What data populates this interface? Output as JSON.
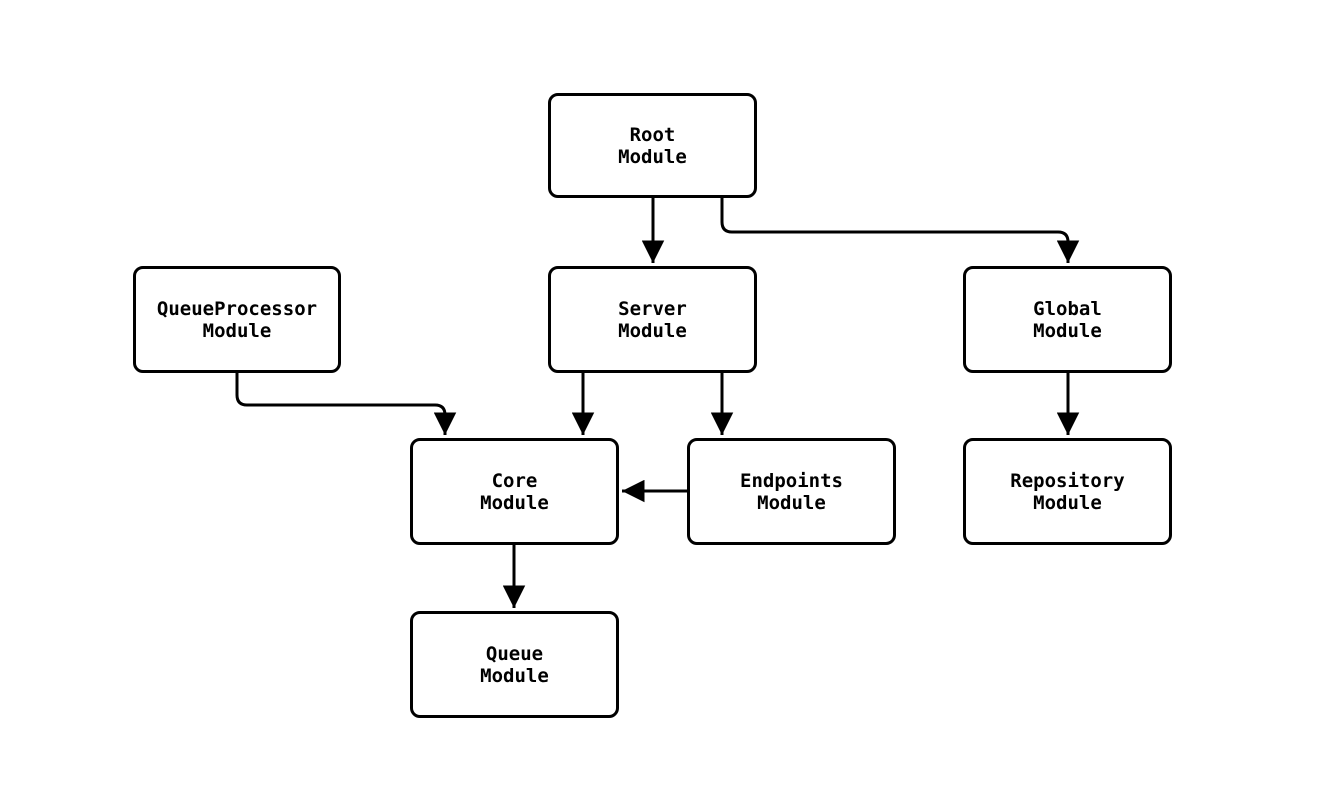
{
  "diagram": {
    "type": "module-dependency-graph",
    "colors": {
      "background": "#ffffff",
      "node_fill": "#ffffff",
      "stroke": "#000000",
      "text": "#000000"
    },
    "nodes": {
      "root": {
        "label": "Root\nModule"
      },
      "queueprocessor": {
        "label": "QueueProcessor\nModule"
      },
      "server": {
        "label": "Server\nModule"
      },
      "global": {
        "label": "Global\nModule"
      },
      "core": {
        "label": "Core\nModule"
      },
      "endpoints": {
        "label": "Endpoints\nModule"
      },
      "repository": {
        "label": "Repository\nModule"
      },
      "queue": {
        "label": "Queue\nModule"
      }
    },
    "edges": [
      {
        "from": "root",
        "to": "server"
      },
      {
        "from": "root",
        "to": "global"
      },
      {
        "from": "queueprocessor",
        "to": "core"
      },
      {
        "from": "server",
        "to": "core"
      },
      {
        "from": "server",
        "to": "endpoints"
      },
      {
        "from": "endpoints",
        "to": "core"
      },
      {
        "from": "global",
        "to": "repository"
      },
      {
        "from": "core",
        "to": "queue"
      }
    ]
  }
}
